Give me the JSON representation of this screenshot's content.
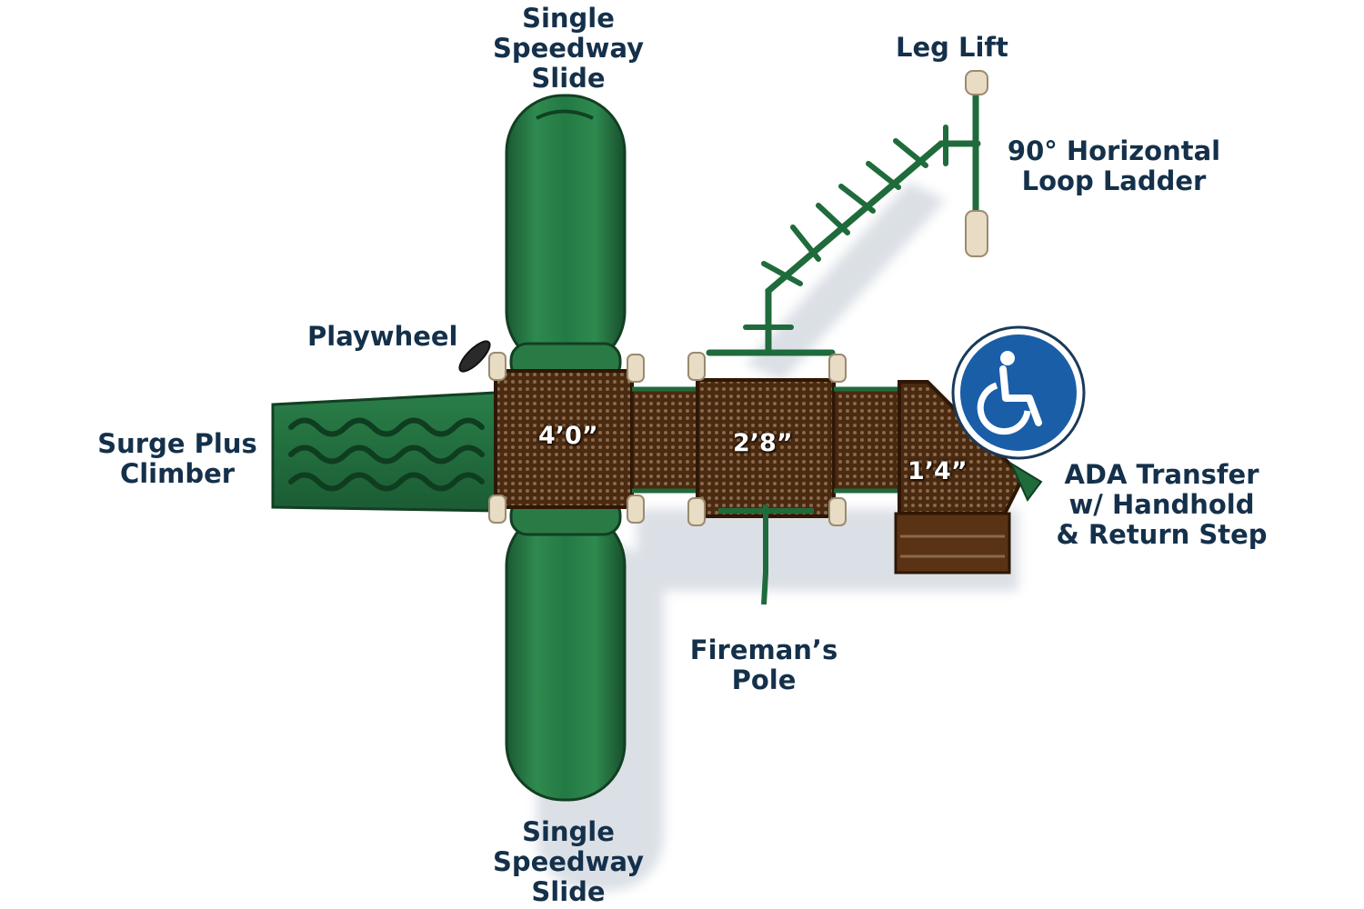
{
  "labels": {
    "slide_top": [
      "Single",
      "Speedway",
      "Slide"
    ],
    "slide_bottom": [
      "Single",
      "Speedway",
      "Slide"
    ],
    "leg_lift": "Leg Lift",
    "loop_ladder": [
      "90° Horizontal",
      "Loop Ladder"
    ],
    "playwheel": "Playwheel",
    "surge_climber": [
      "Surge Plus",
      "Climber"
    ],
    "ada_transfer": [
      "ADA Transfer",
      "w/ Handhold",
      "& Return Step"
    ],
    "firemans_pole": [
      "Fireman’s",
      "Pole"
    ]
  },
  "deck_heights": {
    "deck_a": "4’0”",
    "deck_b": "2’8”",
    "deck_c": "1’4”"
  },
  "icons": {
    "accessibility": "wheelchair-accessibility-icon"
  },
  "colors": {
    "plastic_green": "#1f6b3b",
    "deck_brown": "#5a3214",
    "post_tan": "#e8dcc4",
    "label_navy": "#14304a",
    "ada_blue": "#1a5ea8"
  }
}
